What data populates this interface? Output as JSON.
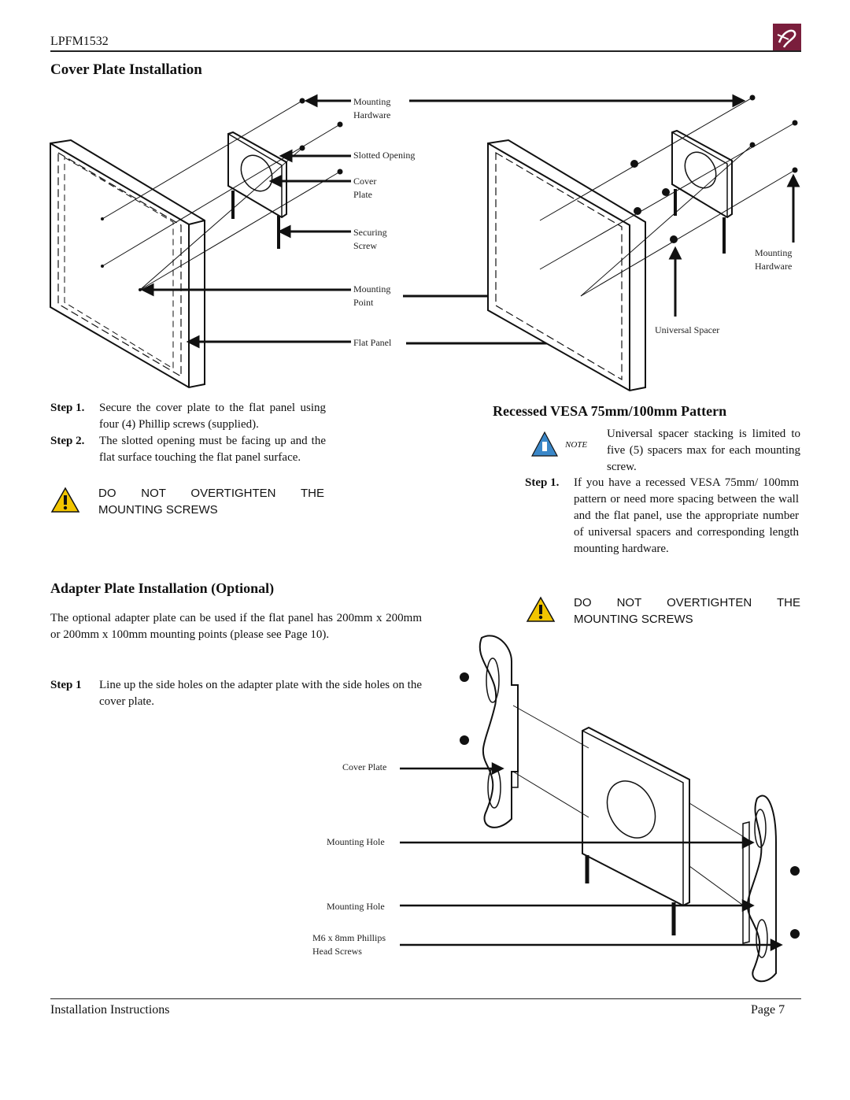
{
  "header": {
    "model": "LPFM1532"
  },
  "sections": {
    "cover_title": "Cover Plate Installation",
    "vesa_title": "Recessed VESA 75mm/100mm Pattern",
    "adapter_title": "Adapter Plate Installation (Optional)"
  },
  "diagram1_labels": {
    "mounting_hardware": [
      "Mounting",
      "Hardware"
    ],
    "slotted_opening": "Slotted Opening",
    "cover_plate": [
      "Cover",
      "Plate"
    ],
    "securing_screw": [
      "Securing",
      "Screw"
    ],
    "mounting_point": [
      "Mounting",
      "Point"
    ],
    "flat_panel": "Flat Panel"
  },
  "diagram2_labels": {
    "mounting_hardware": [
      "Mounting",
      "Hardware"
    ],
    "universal_spacer": "Universal Spacer"
  },
  "cover_steps": [
    {
      "num": "Step 1.",
      "text": "Secure the cover plate to the flat panel using four (4) Phillip screws (supplied)."
    },
    {
      "num": "Step 2.",
      "text": "The slotted opening must be facing up and the flat surface touching the flat panel surface."
    }
  ],
  "warning1": "DO NOT OVERTIGHTEN THE MOUNTING SCREWS",
  "note": {
    "badge": "NOTE",
    "text": "Universal spacer stacking is limited to five (5) spacers max for each mounting screw."
  },
  "vesa_step": {
    "num": "Step 1.",
    "text": "If you have a recessed VESA 75mm/ 100mm pattern or need more spacing between the wall and the flat panel, use the appropriate number of universal spacers and corresponding length mounting hardware."
  },
  "warning2": "DO NOT OVERTIGHTEN THE MOUNTING SCREWS",
  "adapter_para": "The optional adapter plate can be used if the flat panel has 200mm x 200mm or 200mm x 100mm mounting points (please see Page 10).",
  "adapter_step": {
    "num": "Step 1",
    "text": "Line up the side holes on the adapter plate with the side holes on the cover plate."
  },
  "diagram3_labels": {
    "cover_plate": "Cover Plate",
    "mounting_hole_1": "Mounting Hole",
    "mounting_hole_2": "Mounting Hole",
    "m6_screws": [
      "M6 x 8mm Phillips",
      "Head Screws"
    ]
  },
  "footer": {
    "left": "Installation Instructions",
    "right": "Page 7"
  },
  "colors": {
    "logo": "#7a1e3c",
    "warning": "#f2c500",
    "note_icon": "#3a87c8"
  },
  "icons": [
    "logo-icon",
    "warning-icon",
    "note-icon"
  ]
}
